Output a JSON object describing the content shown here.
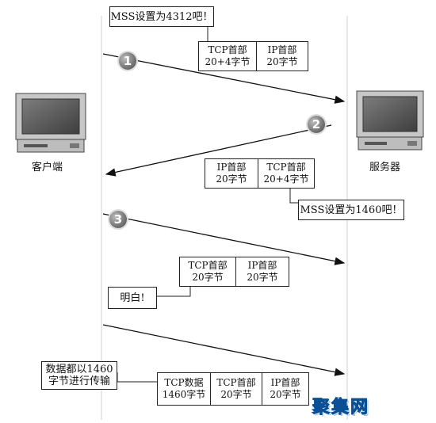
{
  "client": {
    "label": "客户端"
  },
  "server": {
    "label": "服务器"
  },
  "steps": [
    "1",
    "2",
    "3"
  ],
  "bubbles": {
    "client_mss": "MSS设置为4312吧！",
    "server_mss": "MSS设置为1460吧！",
    "ack": "明白!",
    "data_note": [
      "数据都以1460",
      "字节进行传输"
    ]
  },
  "packets": {
    "p1": [
      [
        "TCP首部",
        "20+4字节"
      ],
      [
        "IP首部",
        "20字节"
      ]
    ],
    "p2": [
      [
        "IP首部",
        "20字节"
      ],
      [
        "TCP首部",
        "20+4字节"
      ]
    ],
    "p3": [
      [
        "TCP首部",
        "20字节"
      ],
      [
        "IP首部",
        "20字节"
      ]
    ],
    "p4": [
      [
        "TCP数据",
        "1460字节"
      ],
      [
        "TCP首部",
        "20字节"
      ],
      [
        "IP首部",
        "20字节"
      ]
    ]
  },
  "watermark": "聚集网"
}
